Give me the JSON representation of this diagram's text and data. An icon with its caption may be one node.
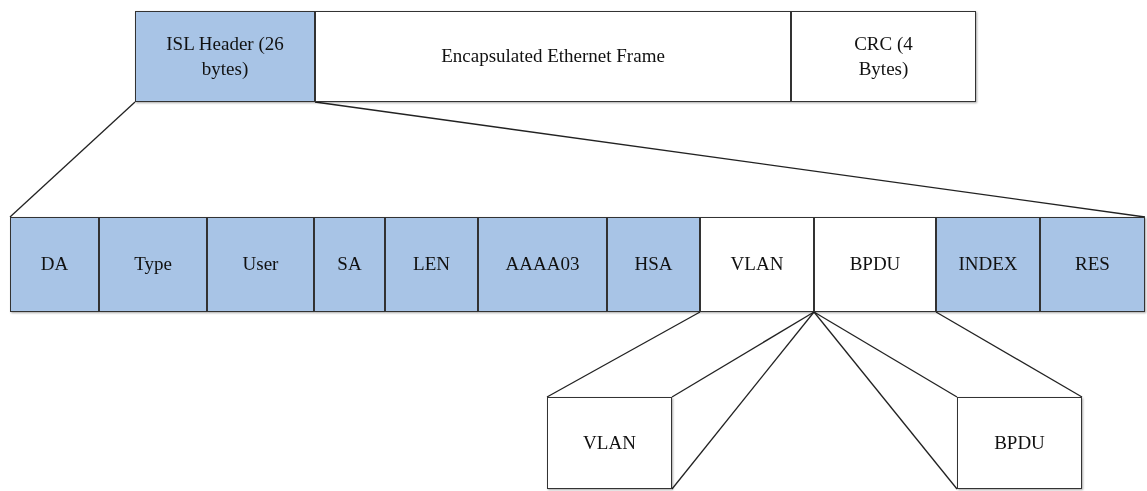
{
  "diagram": {
    "nodes": [
      {
        "text": [
          "ISL Header (26 bytes)"
        ]
      },
      {
        "text": [
          "Encapsulated Ethernet Frame"
        ]
      },
      {
        "text": [
          "CRC (4 Bytes)"
        ]
      },
      {
        "text": [
          "DA"
        ]
      },
      {
        "text": [
          "Type"
        ]
      },
      {
        "text": [
          "User"
        ]
      },
      {
        "text": [
          "SA"
        ]
      },
      {
        "text": [
          "LEN"
        ]
      },
      {
        "text": [
          "AAAA03"
        ]
      },
      {
        "text": [
          "HSA"
        ]
      },
      {
        "text": [
          "VLAN"
        ]
      },
      {
        "text": [
          "BPDU"
        ]
      },
      {
        "text": [
          "INDEX"
        ]
      },
      {
        "text": [
          "RES"
        ]
      },
      {
        "text": [
          "VLAN"
        ]
      },
      {
        "text": [
          "BPDU"
        ]
      }
    ],
    "edges": [
      {
        "from": 0,
        "to": 3,
        "arrow": "none"
      },
      {
        "from": 0,
        "to": 13,
        "arrow": "none"
      },
      {
        "from": 10,
        "to": 14,
        "arrow": "none"
      },
      {
        "from": 10,
        "to": 14,
        "arrow": "none"
      },
      {
        "from": 10,
        "to": 14,
        "arrow": "none"
      },
      {
        "from": 11,
        "to": 15,
        "arrow": "none"
      },
      {
        "from": 11,
        "to": 15,
        "arrow": "none"
      },
      {
        "from": 11,
        "to": 15,
        "arrow": "none"
      }
    ]
  }
}
